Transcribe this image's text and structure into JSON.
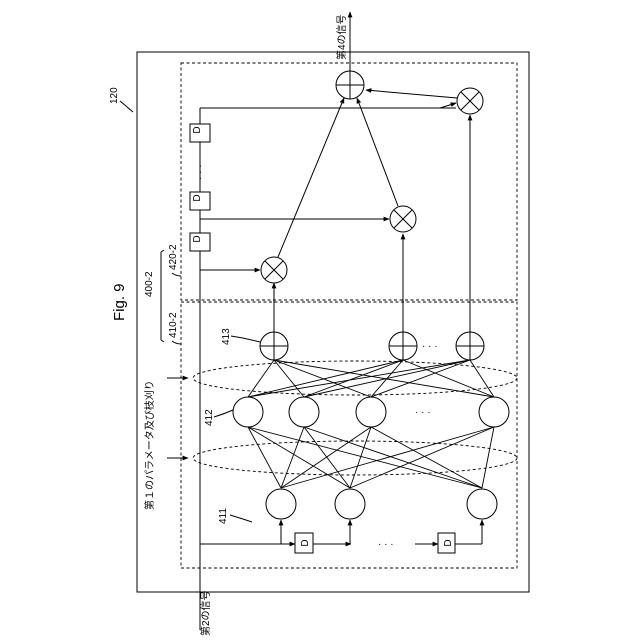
{
  "figure": {
    "title": "Fig. 9",
    "device_ref": "120",
    "block_ref": "400-2",
    "sub_ref_a": "410-2",
    "sub_ref_b": "420-2",
    "ref_411": "411",
    "ref_412": "412",
    "ref_413": "413",
    "input_label": "第2の信号",
    "output_label": "第4の信号",
    "param_label": "第１のパラメータ及び枝刈り",
    "delay_label": "D",
    "ellipsis": "· · ·"
  }
}
